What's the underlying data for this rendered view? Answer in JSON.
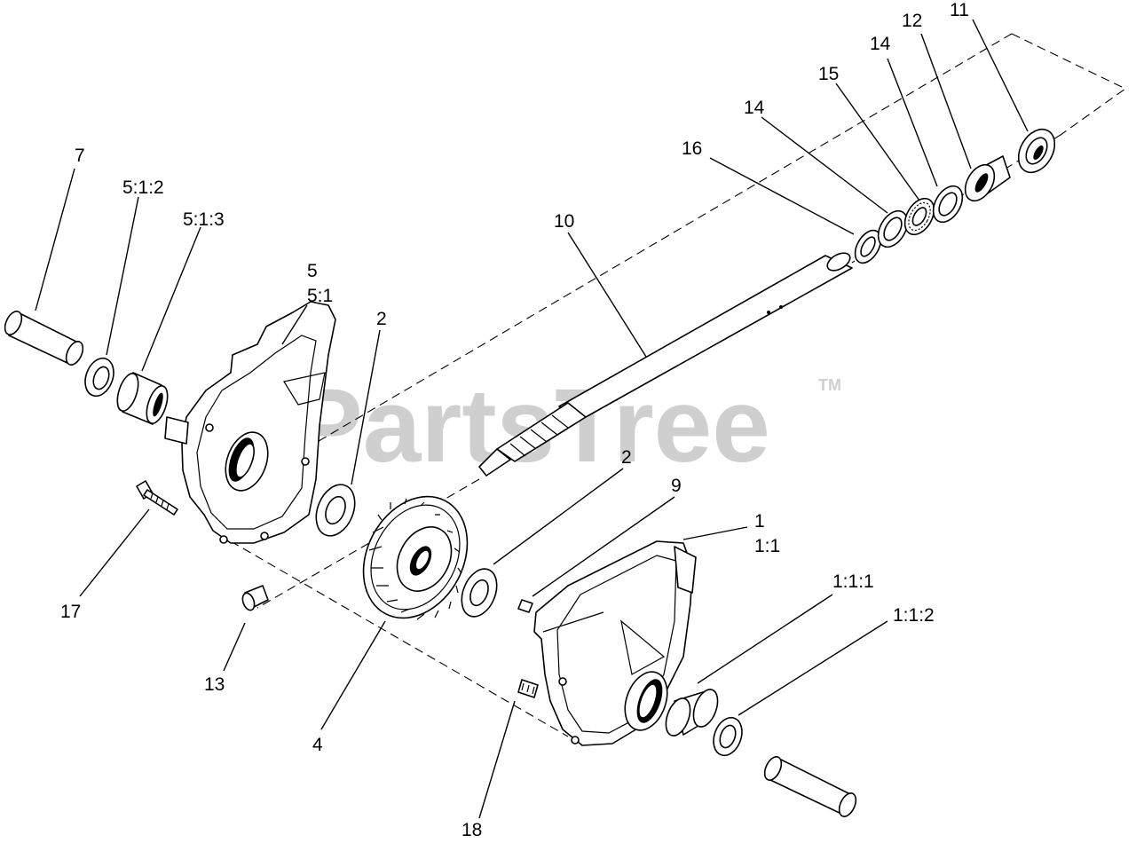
{
  "watermark": {
    "text": "PartsTree",
    "trademark": "TM"
  },
  "callouts": {
    "c7": "7",
    "c512": "5:1:2",
    "c513": "5:1:3",
    "c5": "5",
    "c51": "5:1",
    "c2a": "2",
    "c10": "10",
    "c16": "16",
    "c14a": "14",
    "c15": "15",
    "c14b": "14",
    "c12": "12",
    "c11": "11",
    "c2b": "2",
    "c9": "9",
    "c1": "1",
    "c11b": "1:1",
    "c111": "1:1:1",
    "c112": "1:1:2",
    "c17": "17",
    "c13": "13",
    "c4": "4",
    "c18": "18"
  }
}
